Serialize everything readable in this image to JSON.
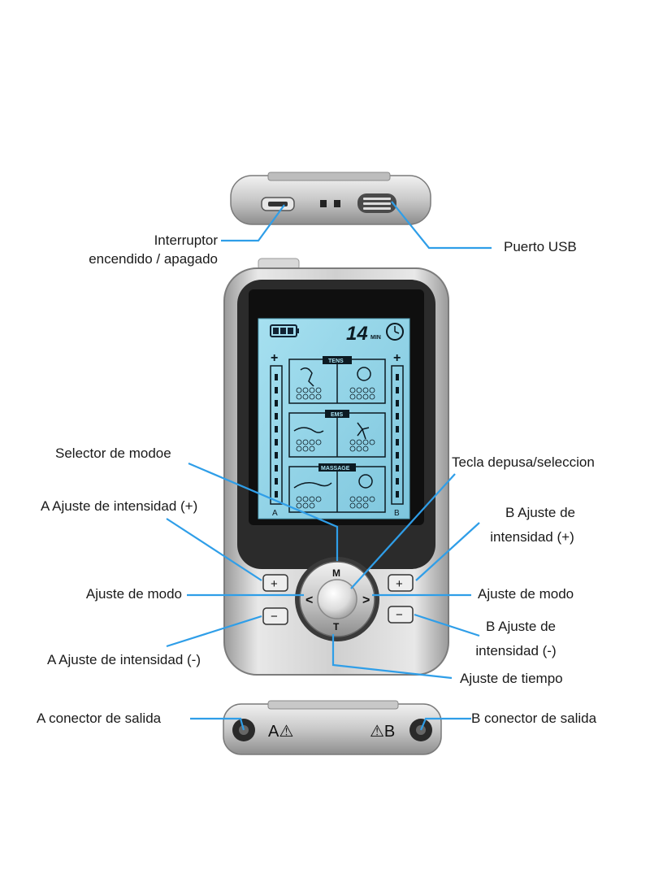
{
  "colors": {
    "leader_line": "#2f9ee8",
    "lcd": "#8fd4ea",
    "body_silver": "#c9c9c9",
    "bezel": "#2b2b2b"
  },
  "labels": {
    "power_switch": [
      "Interruptor",
      "encendido / apagado"
    ],
    "usb_port": "Puerto USB",
    "mode_selector": "Selector de modoe",
    "pause_key": "Tecla depusa/seleccion",
    "a_intensity_up": "A Ajuste de intensidad (+)",
    "b_intensity_up": [
      "B Ajuste de",
      "intensidad (+)"
    ],
    "mode_adjust_left": "Ajuste de modo",
    "mode_adjust_right": "Ajuste de modo",
    "a_intensity_down": "A Ajuste de intensidad (-)",
    "b_intensity_down": [
      "B Ajuste de",
      "intensidad (-)"
    ],
    "time_adjust": "Ajuste de tiempo",
    "a_output": "A conector de salida",
    "b_output": "B conector de salida"
  },
  "device": {
    "timer_value": "14",
    "timer_unit": "MIN",
    "section_tens": "TENS",
    "section_ems": "EMS",
    "section_massage": "MASSAGE",
    "channel_a": "A",
    "channel_b": "B",
    "plus_symbol": "+",
    "button_m": "M",
    "button_t": "T",
    "button_left": "<",
    "button_right": ">",
    "plus_key": "+",
    "minus_key": "−",
    "jack_a_label": "A⚠",
    "jack_b_label": "⚠B"
  }
}
